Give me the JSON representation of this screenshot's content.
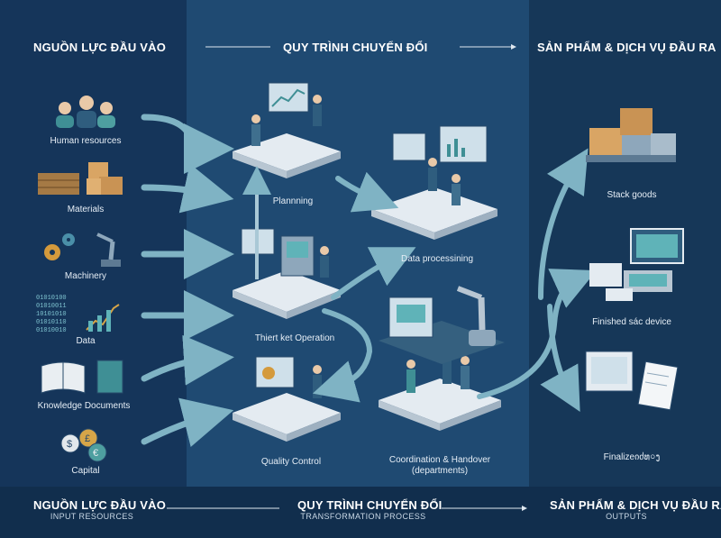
{
  "header": {
    "inputs_title": "NGUỒN LỰC ĐẦU VÀO",
    "process_title": "QUY TRÌNH CHUYỂN ĐỔI",
    "outputs_title": "SẢN PHẨM & DỊCH VỤ ĐẦU RA"
  },
  "footer": {
    "inputs_title": "NGUỒN LỰC ĐẦU VÀO",
    "inputs_sub": "INPUT RESOURCES",
    "process_title": "QUY TRÌNH CHUYỂN ĐỔI",
    "process_sub": "TRANSFORMATION PROCESS",
    "outputs_title": "SẢN PHẨM & DỊCH VỤ ĐẦU RA",
    "outputs_sub": "OUTPUTS"
  },
  "inputs": [
    {
      "label": "Human resources",
      "icon": "people-icon"
    },
    {
      "label": "Materials",
      "icon": "boxes-icon"
    },
    {
      "label": "Machinery",
      "icon": "gears-robot-arm-icon"
    },
    {
      "label": "Data",
      "icon": "binary-chart-icon"
    },
    {
      "label": "Knowledge Documents",
      "icon": "books-icon"
    },
    {
      "label": "Capital",
      "icon": "coins-icon"
    }
  ],
  "process": {
    "planning": "Plannning",
    "data_processing": "Data processining",
    "operation": "Thiert ket Operation",
    "quality_control": "Quality Control",
    "coordination": "Coordination & Handover",
    "coordination_sub": "(departments)"
  },
  "outputs": [
    {
      "label": "Stack goods",
      "icon": "stacked-boxes-icon"
    },
    {
      "label": "Finished sác device",
      "icon": "devices-icon"
    },
    {
      "label": "Finalizeიძ​ທ০ງ",
      "icon": "documents-icon"
    }
  ],
  "colors": {
    "background": "#163a5c",
    "center_band": "#1f4a72",
    "arrow": "#7fb3c4",
    "platform": "#e4ebf1",
    "text": "#ffffff"
  }
}
